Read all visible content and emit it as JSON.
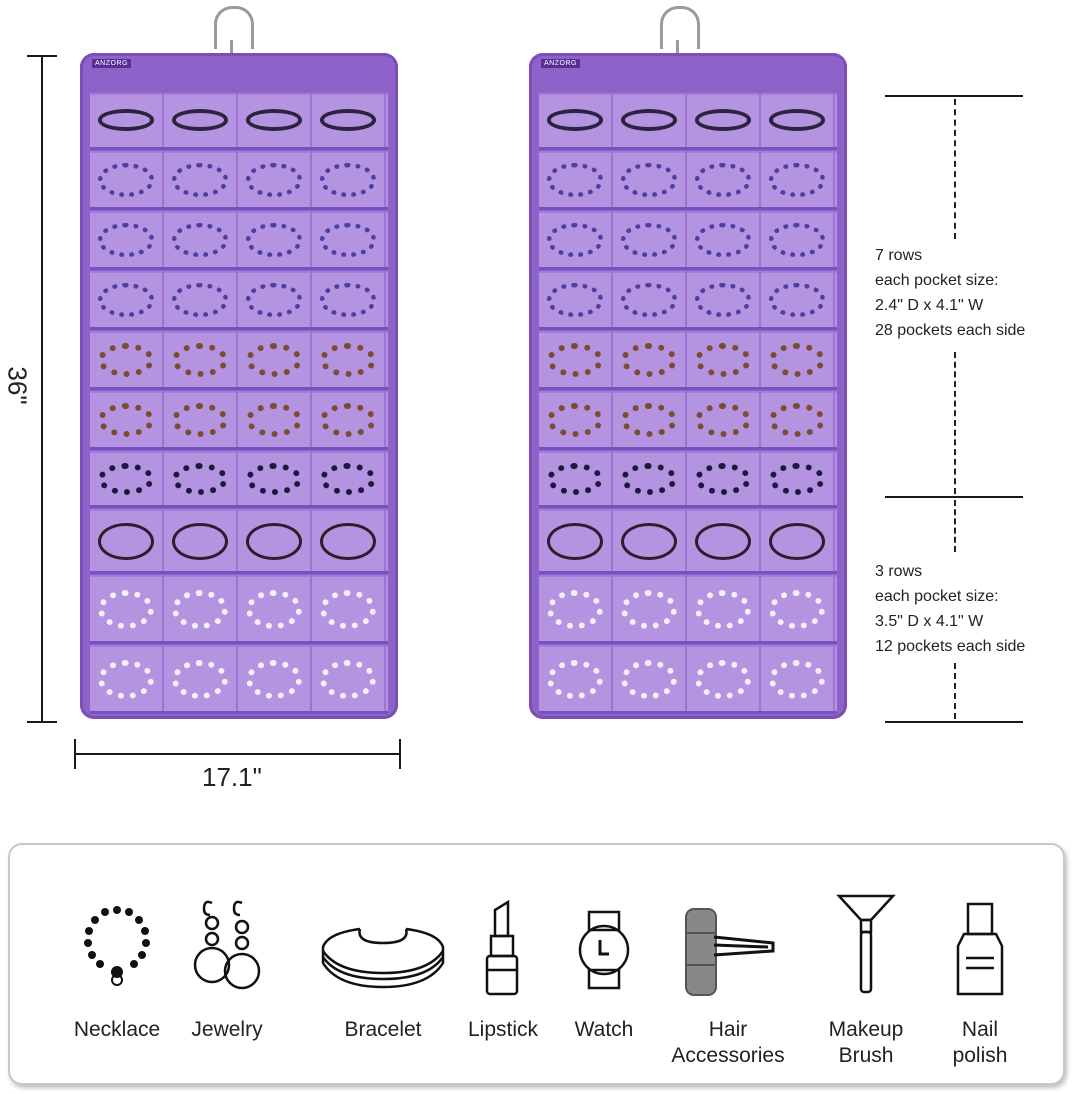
{
  "left_organizer": {
    "brand": "ANZORG",
    "height_label": "36\"",
    "width_label": "17.1\""
  },
  "right_organizer": {
    "brand": "ANZORG"
  },
  "annotations": {
    "upper": {
      "line1": "7 rows",
      "line2": "each pocket size:",
      "line3": "2.4\" D x 4.1\" W",
      "line4": "28 pockets each side"
    },
    "lower": {
      "line1": "3 rows",
      "line2": "each pocket size:",
      "line3": "3.5\" D x 4.1\" W",
      "line4": "12 pockets each side"
    }
  },
  "legend": {
    "items": [
      {
        "icon": "necklace-icon",
        "label": "Necklace"
      },
      {
        "icon": "jewelry-icon",
        "label": "Jewelry"
      },
      {
        "icon": "bracelet-icon",
        "label": "Bracelet"
      },
      {
        "icon": "lipstick-icon",
        "label": "Lipstick"
      },
      {
        "icon": "watch-icon",
        "label": "Watch"
      },
      {
        "icon": "hair-accessories-icon",
        "label": "Hair\nAccessories"
      },
      {
        "icon": "makeup-brush-icon",
        "label": "Makeup\nBrush"
      },
      {
        "icon": "nail-polish-icon",
        "label": "Nail\npolish"
      }
    ]
  },
  "colors": {
    "fabric": "#8d62c9",
    "pocket": "#b493e0",
    "seam": "#7c4fc0"
  }
}
